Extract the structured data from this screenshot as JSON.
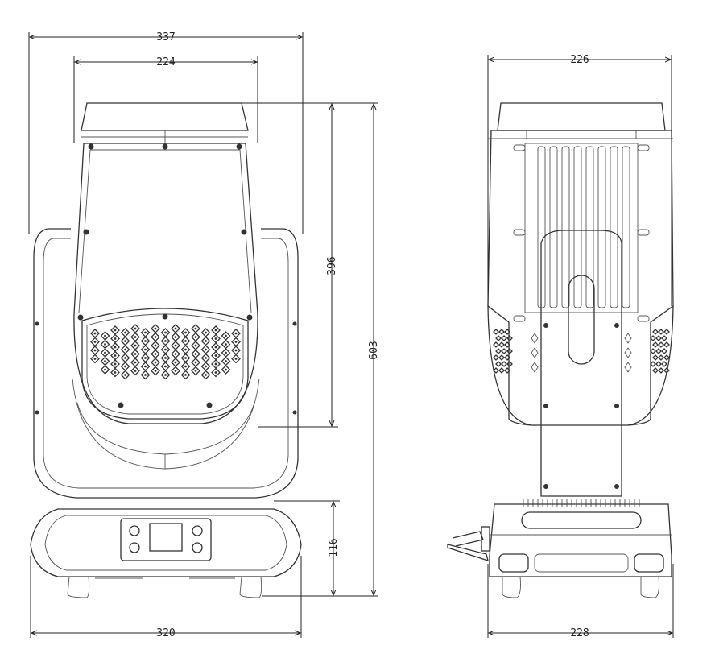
{
  "dimensions": {
    "front_outer_width": "337",
    "front_head_width": "224",
    "front_head_height": "396",
    "overall_height": "603",
    "base_height": "116",
    "front_base_width": "320",
    "side_head_width": "226",
    "side_base_width": "228"
  },
  "colors": {
    "line": "#333333",
    "background": "#ffffff"
  }
}
